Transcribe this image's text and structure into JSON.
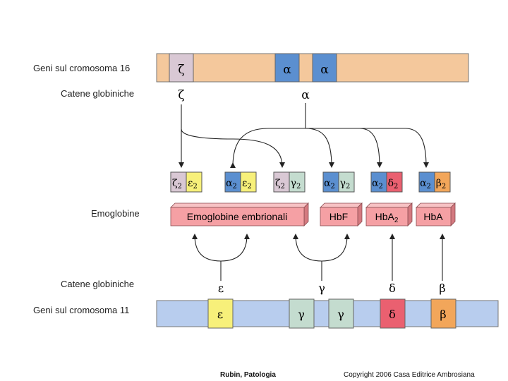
{
  "labels": {
    "chr16": "Geni sul cromosoma 16",
    "chains_top": "Catene globiniche",
    "hemoglobins": "Emoglobine",
    "chains_bottom": "Catene globiniche",
    "chr11": "Geni sul cromosoma 11"
  },
  "chr16": {
    "color": "#f4c89c",
    "genes": [
      {
        "symbol": "ζ",
        "color": "#d9c8d4"
      },
      {
        "symbol": "α",
        "color": "#5b8fd0"
      },
      {
        "symbol": "α",
        "color": "#5b8fd0"
      }
    ]
  },
  "top_chains": [
    {
      "symbol": "ζ"
    },
    {
      "symbol": "α"
    }
  ],
  "dimers": [
    {
      "parts": [
        {
          "g": "ζ",
          "s": "2",
          "color": "#d9c8d4"
        },
        {
          "g": "ε",
          "s": "2",
          "color": "#f7f07a"
        }
      ]
    },
    {
      "parts": [
        {
          "g": "α",
          "s": "2",
          "color": "#5b8fd0"
        },
        {
          "g": "ε",
          "s": "2",
          "color": "#f7f07a"
        }
      ]
    },
    {
      "parts": [
        {
          "g": "ζ",
          "s": "2",
          "color": "#d9c8d4"
        },
        {
          "g": "γ",
          "s": "2",
          "color": "#c4dccf"
        }
      ]
    },
    {
      "parts": [
        {
          "g": "α",
          "s": "2",
          "color": "#5b8fd0"
        },
        {
          "g": "γ",
          "s": "2",
          "color": "#c4dccf"
        }
      ]
    },
    {
      "parts": [
        {
          "g": "α",
          "s": "2",
          "color": "#5b8fd0"
        },
        {
          "g": "δ",
          "s": "2",
          "color": "#ea6070"
        }
      ]
    },
    {
      "parts": [
        {
          "g": "α",
          "s": "2",
          "color": "#5b8fd0"
        },
        {
          "g": "β",
          "s": "2",
          "color": "#f2a65a"
        }
      ]
    }
  ],
  "hemoglobins": [
    {
      "main": "Emoglobine embrionali",
      "sub": ""
    },
    {
      "main": "HbF",
      "sub": ""
    },
    {
      "main": "HbA",
      "sub": "2"
    },
    {
      "main": "HbA",
      "sub": ""
    }
  ],
  "hb_color": "#f5a0a4",
  "bottom_chains": [
    {
      "symbol": "ε"
    },
    {
      "symbol": "γ"
    },
    {
      "symbol": "δ"
    },
    {
      "symbol": "β"
    }
  ],
  "chr11": {
    "color": "#b8cdee",
    "genes": [
      {
        "symbol": "ε",
        "color": "#f7f07a"
      },
      {
        "symbol": "γ",
        "color": "#c4dccf"
      },
      {
        "symbol": "γ",
        "color": "#c4dccf"
      },
      {
        "symbol": "δ",
        "color": "#ea6070"
      },
      {
        "symbol": "β",
        "color": "#f2a65a"
      }
    ]
  },
  "footer": {
    "left": "Rubin, Patologia",
    "right": "Copyright 2006 Casa Editrice Ambrosiana"
  }
}
